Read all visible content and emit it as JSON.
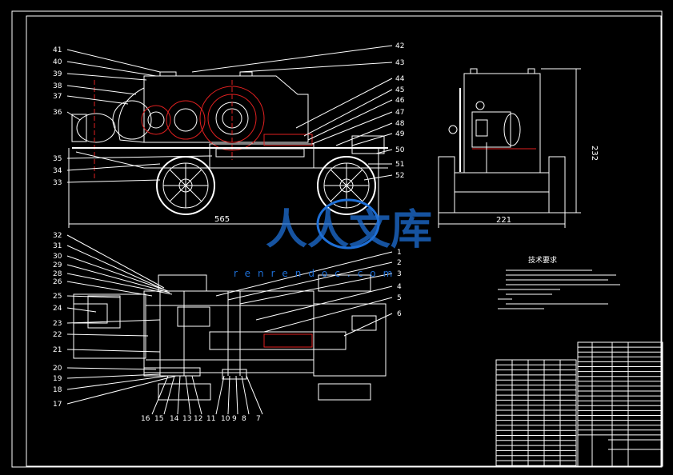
{
  "labels_front_left": [
    "41",
    "40",
    "39",
    "38",
    "37",
    "36",
    "35",
    "34",
    "33"
  ],
  "labels_front_right": [
    "42",
    "43",
    "44",
    "45",
    "46",
    "47",
    "48",
    "49",
    "50",
    "51",
    "52"
  ],
  "labels_plan_left": [
    "32",
    "31",
    "30",
    "29",
    "28",
    "26",
    "25",
    "24",
    "23",
    "22",
    "21",
    "20",
    "19",
    "18",
    "17"
  ],
  "labels_plan_right": [
    "1",
    "2",
    "3",
    "4",
    "5",
    "6"
  ],
  "labels_plan_bottom": [
    "16",
    "15",
    "14",
    "13",
    "12",
    "11",
    "10",
    "9",
    "8",
    "7"
  ],
  "dimensions": {
    "front_length": "565",
    "side_width": "221",
    "side_height": "232"
  },
  "notes_title": "技术要求",
  "watermark": {
    "chars": "人人文库",
    "url": "renrendoc.com"
  },
  "colors": {
    "background": "#000000",
    "line": "#ffffff",
    "accent": "#e02020",
    "watermark": "#1e6fd6"
  }
}
